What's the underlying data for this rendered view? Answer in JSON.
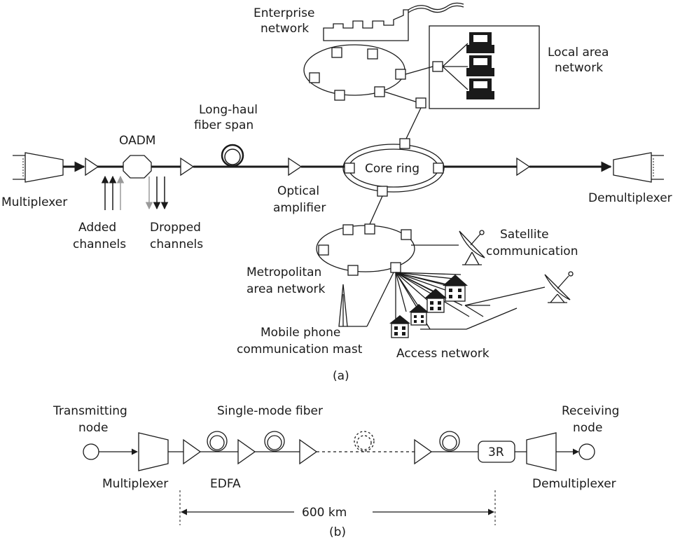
{
  "labels": {
    "enterprise_network": [
      "Enterprise",
      "network"
    ],
    "local_area_network": [
      "Local area",
      "network"
    ],
    "long_haul": [
      "Long-haul",
      "fiber span"
    ],
    "oadm": "OADM",
    "core_ring": "Core ring",
    "multiplexer": "Multiplexer",
    "demultiplexer": "Demultiplexer",
    "optical_amplifier": [
      "Optical",
      "amplifier"
    ],
    "added_channels": [
      "Added",
      "channels"
    ],
    "dropped_channels": [
      "Dropped",
      "channels"
    ],
    "satellite": [
      "Satellite",
      "communication"
    ],
    "metropolitan": [
      "Metropolitan",
      "area network"
    ],
    "mobile_mast": [
      "Mobile phone",
      "communication mast"
    ],
    "access_network": "Access network",
    "caption_a": "(a)",
    "transmitting_node": [
      "Transmitting",
      "node"
    ],
    "single_mode_fiber": "Single-mode fiber",
    "receiving_node": [
      "Receiving",
      "node"
    ],
    "multiplexer_b": "Multiplexer",
    "edfa": "EDFA",
    "three_r": "3R",
    "demultiplexer_b": "Demultiplexer",
    "distance": "600 km",
    "caption_b": "(b)"
  },
  "colors": {
    "line": "#1a1a1a",
    "gray_channel": "#9a9a9a",
    "background": "#ffffff"
  }
}
